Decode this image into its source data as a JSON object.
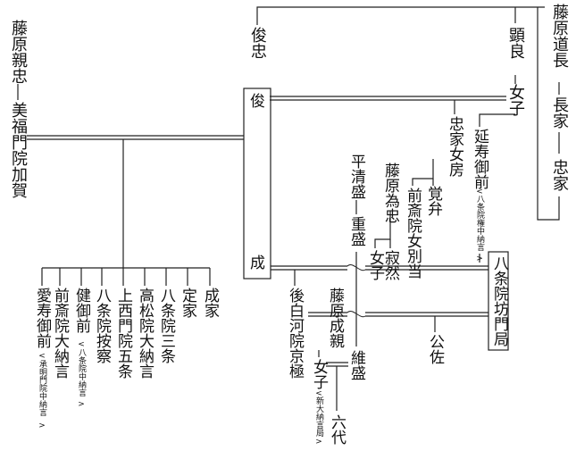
{
  "names": {
    "fujiwara_michinaga": "藤原道長",
    "nagaie": "長家",
    "tadaie": "忠家",
    "akiyoshi": "顕良",
    "nyoshi": "女子",
    "toshitada": "俊忠",
    "toshi": "俊",
    "nari": "成",
    "fujiwara_chikatada": "藤原親忠",
    "bifukumonin_kaga": "美福門院加賀",
    "tsuneie_nyobo": "忠家女房",
    "enju_gozen": "延寿御前",
    "enju_note": "八条院権中納言",
    "hachijoin_bomon": "八条院坊門局",
    "taira_kiyomori": "平清盛",
    "shigemori": "重盛",
    "fujiwara_tamenori": "藤原為忠",
    "kakuben": "覚弁",
    "zensaiin_betto": "前斎院女別当",
    "jakunen": "寂然",
    "nyoshi2": "女子",
    "goshirakawa": "後白河院京極",
    "fujiwara_narichika": "藤原成親",
    "nyoshi3": "女子",
    "nyoshi3_note": "新大納言局",
    "koreyori": "維盛",
    "rokudai": "六代",
    "kimisuke": "公佐",
    "narie": "成家",
    "sadaie": "定家",
    "hachijo_sanjo": "八条院三条",
    "takamatsu_dainagon": "高松院大納言",
    "kamisaimon_gojo": "上西門院五条",
    "hachijo_azechi": "八条院按察",
    "ken_gozen": "健御前",
    "ken_note": "八条院中納言",
    "zensaiin_dainagon": "前斎院大納言",
    "aiju_gozen": "愛寿御前",
    "aiju_note": "承明門院中納言"
  }
}
